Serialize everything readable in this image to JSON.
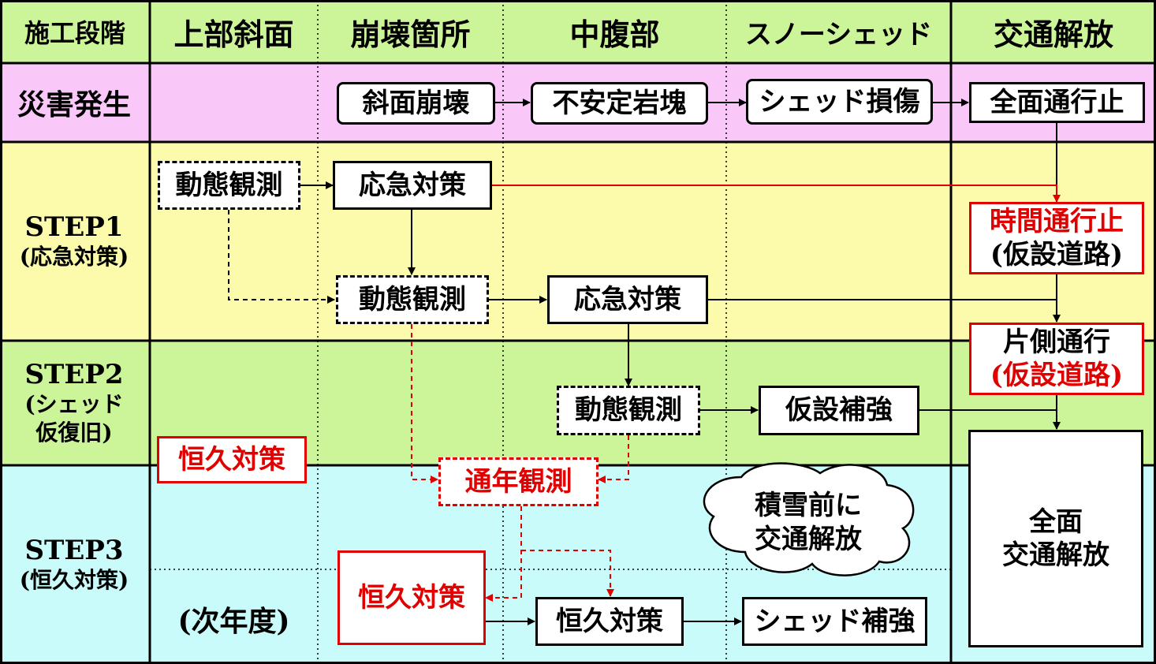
{
  "colors": {
    "header": "#ccf59a",
    "disaster": "#f9c8f9",
    "step1": "#fbfbab",
    "step2": "#ccf59a",
    "step3": "#c9fbfb",
    "line": "#000000",
    "accent": "#e00000"
  },
  "header": {
    "col0": "施工段階",
    "col1": "上部斜面",
    "col2": "崩壊箇所",
    "col3": "中腹部",
    "col4": "スノーシェッド",
    "col5": "交通解放"
  },
  "rows": {
    "disaster": "災害発生",
    "step1": {
      "title": "STEP1",
      "sub": "(応急対策)"
    },
    "step2": {
      "title": "STEP2",
      "sub1": "(シェッド",
      "sub2": "仮復旧)"
    },
    "step3": {
      "title": "STEP3",
      "sub": "(恒久対策)"
    },
    "next_year": "(次年度)"
  },
  "boxes": {
    "slope_collapse": "斜面崩壊",
    "unstable_rock": "不安定岩塊",
    "shed_damage": "シェッド損傷",
    "full_closure": "全面通行止",
    "dyn_obs_1": "動態観測",
    "emergency_1": "応急対策",
    "timed_closure_1": "時間通行止",
    "timed_closure_2": "(仮設道路)",
    "dyn_obs_2": "動態観測",
    "emergency_2": "応急対策",
    "one_side_1": "片側通行",
    "one_side_2": "(仮設道路)",
    "dyn_obs_3": "動態観測",
    "temp_reinforce": "仮設補強",
    "permanent_upper": "恒久対策",
    "yearly_obs": "通年観測",
    "permanent_collapse": "恒久対策",
    "permanent_mid": "恒久対策",
    "shed_reinforce": "シェッド補強",
    "cloud_1": "積雪前に",
    "cloud_2": "交通解放",
    "full_open_1": "全面",
    "full_open_2": "交通解放"
  }
}
